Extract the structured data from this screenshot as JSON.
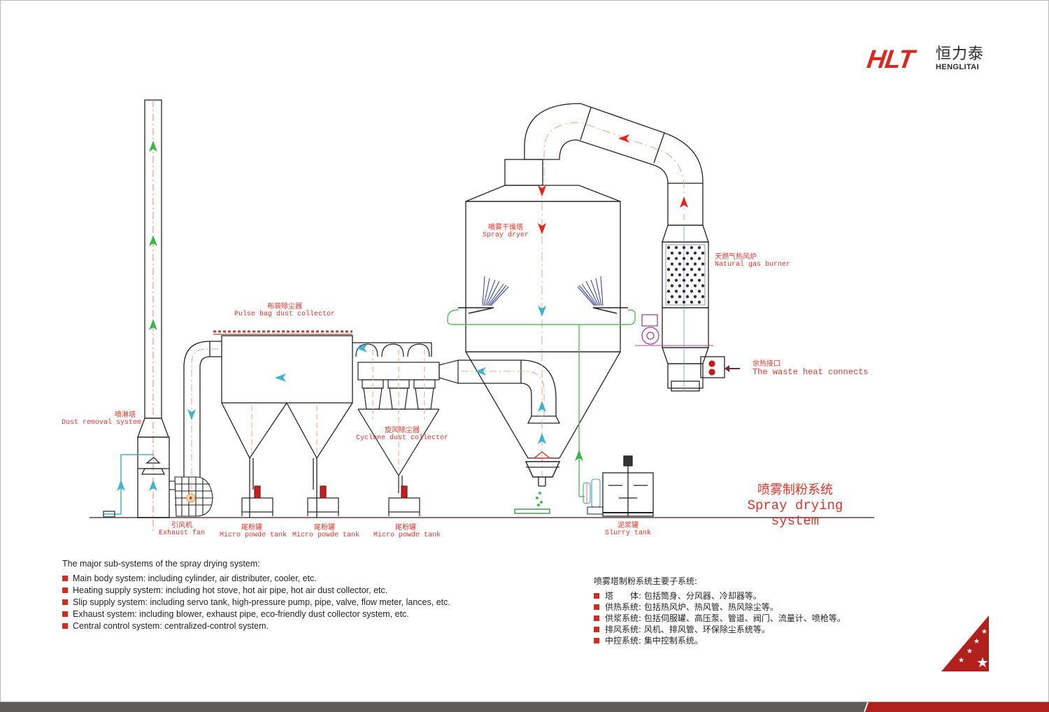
{
  "logo": {
    "mark": "HLT",
    "chinese": "恒力泰",
    "english": "HENGLITAI"
  },
  "title": {
    "chinese": "喷雾制粉系统",
    "english": "Spray drying system"
  },
  "components": {
    "dust_removal": {
      "zh": "喷淋塔",
      "en": "Dust removal system"
    },
    "pulse_bag": {
      "zh": "布袋除尘器",
      "en": "Pulse bag dust collector"
    },
    "cyclone": {
      "zh": "旋风除尘器",
      "en": "Cyclone dust collector"
    },
    "spray_dryer": {
      "zh": "喷雾干燥塔",
      "en": "Spray dryer"
    },
    "burner": {
      "zh": "天燃气热风炉",
      "en": "Natural gas burner"
    },
    "waste_heat": {
      "zh": "余热接口",
      "en": "The waste heat connects"
    },
    "exhaust_fan": {
      "zh": "引风机",
      "en": "Exhaust fan"
    },
    "micro_tank_1": {
      "zh": "尾粉罐",
      "en": "Micro powde tank"
    },
    "micro_tank_2": {
      "zh": "尾粉罐",
      "en": "Micro powde tank"
    },
    "micro_tank_3": {
      "zh": "尾粉罐",
      "en": "Micro powde tank"
    },
    "slurry_tank": {
      "zh": "泥浆罐",
      "en": "Slurry tank"
    }
  },
  "english_list": {
    "heading": "The major sub-systems of the spray drying system:",
    "items": [
      "Main body system: including cylinder, air distributer, cooler, etc.",
      "Heating supply system: including hot stove, hot air pipe, hot air dust collector, etc.",
      "Slip supply system: including servo tank, high-pressure pump, pipe, valve, flow meter, lances, etc.",
      "Exhaust system: including blower, exhaust pipe, eco-friendly dust collector system, etc.",
      "Central control system: centralized-control system."
    ]
  },
  "chinese_list": {
    "heading": "喷雾塔制粉系统主要子系统:",
    "items": [
      "塔　　体: 包括筒身、分风器、冷却器等。",
      "供热系统: 包括热风炉、热风管、热风除尘等。",
      "供浆系统: 包括伺服罐、高压泵、管道、阀门、流量计、喷枪等。",
      "排风系统: 风机、排风管、环保除尘系统等。",
      "中控系统: 集中控制系统。"
    ]
  },
  "colors": {
    "brand_red": "#d32a22",
    "label_red": "#d9352b",
    "air_flow_hot": "#e0261e",
    "air_flow_exhaust": "#3fb4c9",
    "clean_flow": "#3bb54a",
    "slurry_line": "#5cb85c",
    "burner_accent": "#a0449a",
    "footer_gray": "#5e5b59"
  }
}
